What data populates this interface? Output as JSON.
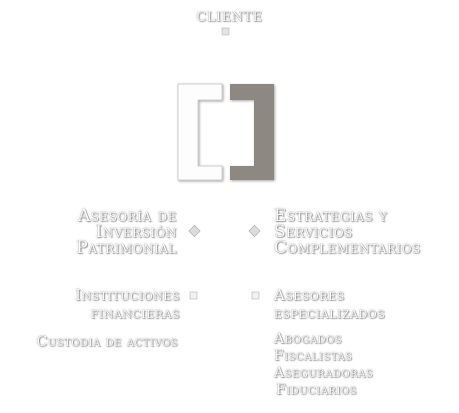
{
  "top": {
    "label": "Cliente"
  },
  "left": {
    "heading_lines": [
      "Asesoría de",
      "Inversión",
      "Patrimonial"
    ],
    "sub_lines": [
      "Instituciones",
      "financieras"
    ],
    "custody": "Custodia de activos"
  },
  "right": {
    "heading_lines": [
      "Estrategias y",
      "Servicios",
      "Complementarios"
    ],
    "sub_lines": [
      "Asesores",
      "especializados"
    ],
    "items": [
      "Abogados",
      "Fiscalistas",
      "Aseguradoras",
      "Fiduciarios"
    ]
  },
  "colors": {
    "left_bracket": "#ffffff",
    "right_bracket": "#8e8882",
    "line": "#ececec"
  }
}
